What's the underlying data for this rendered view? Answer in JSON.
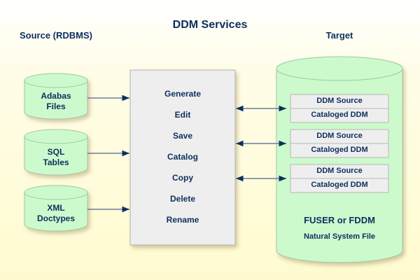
{
  "title": "DDM Services",
  "source_heading": "Source (RDBMS)",
  "target_heading": "Target",
  "sources": [
    {
      "line1": "Adabas",
      "line2": "Files"
    },
    {
      "line1": "SQL",
      "line2": "Tables"
    },
    {
      "line1": "XML",
      "line2": "Doctypes"
    }
  ],
  "services": [
    "Generate",
    "Edit",
    "Save",
    "Catalog",
    "Copy",
    "Delete",
    "Rename"
  ],
  "target_entries": [
    {
      "source": "DDM Source",
      "cataloged": "Cataloged DDM"
    },
    {
      "source": "DDM Source",
      "cataloged": "Cataloged DDM"
    },
    {
      "source": "DDM Source",
      "cataloged": "Cataloged DDM"
    }
  ],
  "target_file": "FUSER or FDDM",
  "target_file_sub": "Natural System File",
  "colors": {
    "text": "#0d2f5e",
    "cylinder_fill": "#ccfacc",
    "service_box_fill": "#eeeeee",
    "arrow": "#0d2f5e",
    "line": "#6b7f99"
  }
}
